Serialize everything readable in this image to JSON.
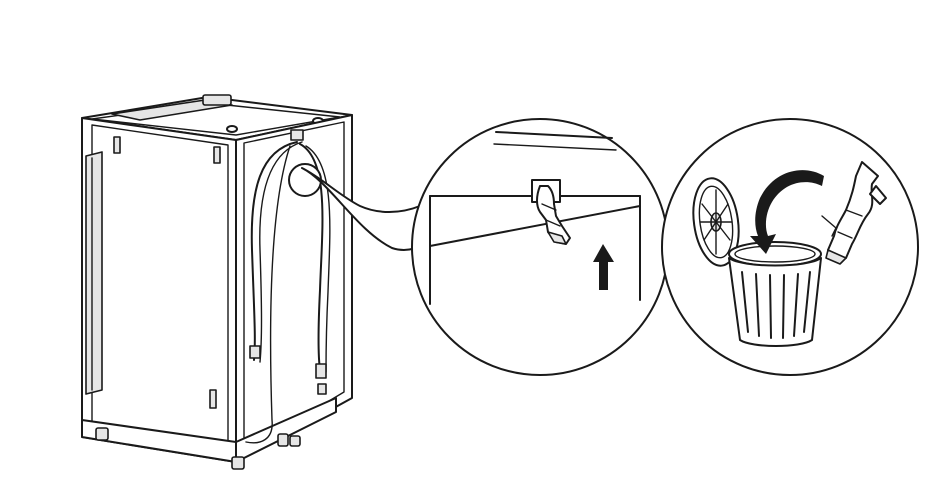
{
  "figure": {
    "colors": {
      "line": "#1a1a1a",
      "fill": "#ffffff",
      "shade": "#e6e6e6"
    },
    "panels": [
      {
        "name": "appliance-rear-view"
      },
      {
        "name": "detail-bracket-removal"
      },
      {
        "name": "detail-discard-bracket"
      }
    ],
    "icons": [
      "up-arrow-icon",
      "curved-arrow-icon",
      "trash-bin-icon",
      "bracket-clip-icon"
    ]
  }
}
